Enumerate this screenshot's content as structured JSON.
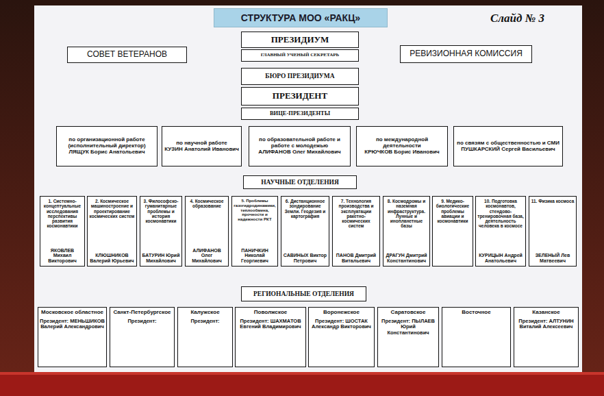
{
  "diagram": {
    "title": "СТРУКТУРА МОО «РАКЦ»",
    "nodes": [
      {
        "text": [
          "ПРЕЗИДИУМ"
        ]
      },
      {
        "text": [
          "ГЛАВНЫЙ УЧЕНЫЙ СЕКРЕТАРЬ"
        ]
      },
      {
        "text": [
          "СОВЕТ ВЕТЕРАНОВ"
        ]
      },
      {
        "text": [
          "РЕВИЗИОННАЯ КОМИССИЯ"
        ]
      },
      {
        "text": [
          "БЮРО ПРЕЗИДИУМА"
        ]
      },
      {
        "text": [
          "ПРЕЗИДЕНТ"
        ]
      },
      {
        "text": [
          "ВИЦЕ-ПРЕЗИДЕНТЫ"
        ]
      },
      {
        "text": [
          "по организационной работе (исполнительный директор)",
          "ЛЯЩУК Борис Анатольевич"
        ]
      },
      {
        "text": [
          "по научной работе",
          "КУЗИН Анатолий Иванович"
        ]
      },
      {
        "text": [
          "по образовательной работе и работе с молодежью",
          "АЛИФАНОВ Олег Михайлович"
        ]
      },
      {
        "text": [
          "по международной деятельности",
          "КРЮЧКОВ Борис Иванович"
        ]
      },
      {
        "text": [
          "по связям с общественностью и СМИ",
          "ПУШКАРСКИЙ Сергей Васильевич"
        ]
      },
      {
        "text": [
          "НАУЧНЫЕ ОТДЕЛЕНИЯ"
        ]
      },
      {
        "text": [
          "1. Системно-концептуальные исследования перспективы развития космонавтики",
          "ЯКОВЛЕВ Михаил Викторович"
        ]
      },
      {
        "text": [
          "2. Космическое машиностроение и проектирование космических систем",
          "КЛЮШНИКОВ Валерий Юрьевич"
        ]
      },
      {
        "text": [
          "3. Философско-гуманитарные проблемы и история космонавтики",
          "БАТУРИН Юрий Михайлович"
        ]
      },
      {
        "text": [
          "4. Космическое образование",
          "АЛИФАНОВ Олег Михайлович"
        ]
      },
      {
        "text": [
          "5. Проблемы газогидродинамики, теплообмена, прочности и надежности РКТ",
          "ПАНИЧКИН Николай Георгиевич"
        ]
      },
      {
        "text": [
          "6. Дистанционное зондирование Земли. Геодезия и картография",
          "САВИНЫХ Виктор Петрович"
        ]
      },
      {
        "text": [
          "7. Технология производства и эксплуатации ракетно-космических систем",
          "ПАНОВ Дмитрий Витальевич"
        ]
      },
      {
        "text": [
          "8. Космодромы и наземная инфраструктура. Лунные и инопланетные базы",
          "ДРАГУН Дмитрий Константинович"
        ]
      },
      {
        "text": [
          "9. Медико-биологические проблемы авиации и космонавтики"
        ]
      },
      {
        "text": [
          "10. Подготовка космонавтов, стендово-тренировочная база, деятельность человека в космосе",
          "КУРИЦЫН Андрей Анатольевич"
        ]
      },
      {
        "text": [
          "11. Физика космоса",
          "ЗЕЛЕНЫЙ Лев Матвеевич"
        ]
      },
      {
        "text": [
          "РЕГИОНАЛЬНЫЕ ОТДЕЛЕНИЯ"
        ]
      },
      {
        "text": [
          "Московское областное",
          "Президент: МЕНЬШИКОВ Валерий Александрович"
        ]
      },
      {
        "text": [
          "Санкт-Петербургское",
          "Президент:"
        ]
      },
      {
        "text": [
          "Калужское",
          "Президент:"
        ]
      },
      {
        "text": [
          "Поволжское",
          "Президент: ШАХМАТОВ Евгений Владимирович"
        ]
      },
      {
        "text": [
          "Воронежское",
          "Президент: ШОСТАК Александр Викторович"
        ]
      },
      {
        "text": [
          "Саратовское",
          "Президент: ПЫЛАЕВ Юрий Константинович"
        ]
      },
      {
        "text": [
          "Восточное"
        ]
      },
      {
        "text": [
          "Казанское",
          "Президент: АЛТУНИН Виталий Алексеевич"
        ]
      }
    ],
    "labels": [
      "Слайд № 3"
    ]
  }
}
